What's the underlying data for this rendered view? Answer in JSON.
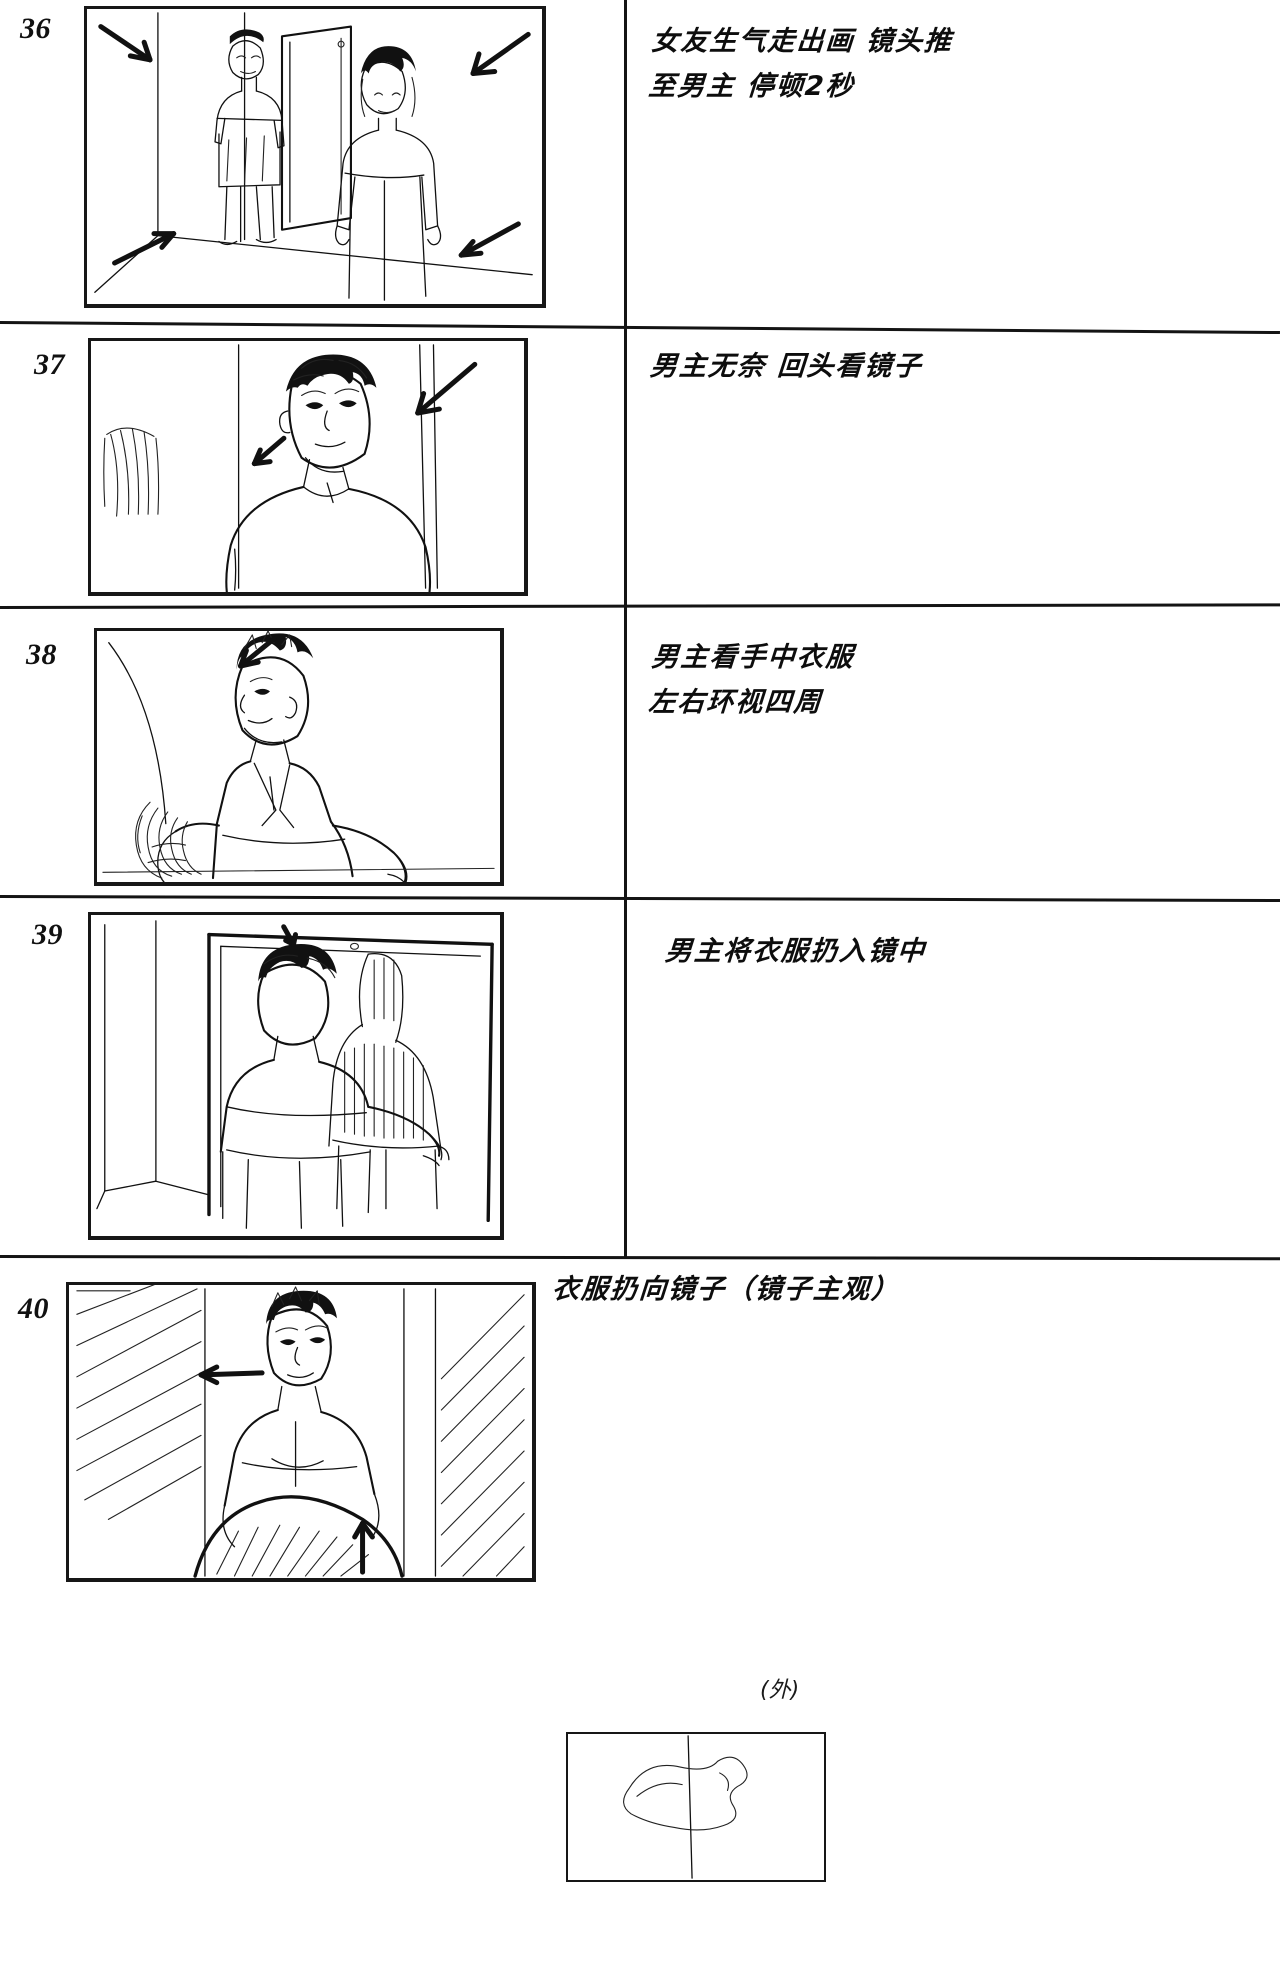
{
  "document": {
    "type": "hand-drawn storyboard sheet",
    "language": "zh-CN",
    "ink_color": "#111111",
    "paper_color": "#ffffff"
  },
  "panels": [
    {
      "number": "36",
      "caption": "女友生气走出画  镜头推\n至男主  停顿2秒",
      "sketch_name": "hallway-mirror-couple-sketch",
      "description_parts": [
        "女友生气走出画",
        "镜头推至男主",
        "停顿2秒"
      ]
    },
    {
      "number": "37",
      "caption": "男主无奈  回头看镜子",
      "sketch_name": "man-looking-back-at-mirror-sketch",
      "description_parts": [
        "男主无奈",
        "回头看镜子"
      ]
    },
    {
      "number": "38",
      "caption": "男主看手中衣服\n左右环视四周",
      "sketch_name": "man-holding-clothes-sketch",
      "description_parts": [
        "男主看手中衣服",
        "左右环视四周"
      ]
    },
    {
      "number": "39",
      "caption": "男主将衣服扔入镜中",
      "sketch_name": "man-throwing-clothes-into-mirror-sketch",
      "description_parts": [
        "男主将衣服扔入镜中"
      ]
    },
    {
      "number": "40",
      "caption": "衣服扔向镜子（镜子主观）",
      "sketch_name": "clothes-flying-toward-mirror-pov-sketch",
      "description_parts": [
        "衣服扔向镜子",
        "（镜子主观）"
      ]
    }
  ],
  "annotations": {
    "corner_scribble": "(外)"
  }
}
